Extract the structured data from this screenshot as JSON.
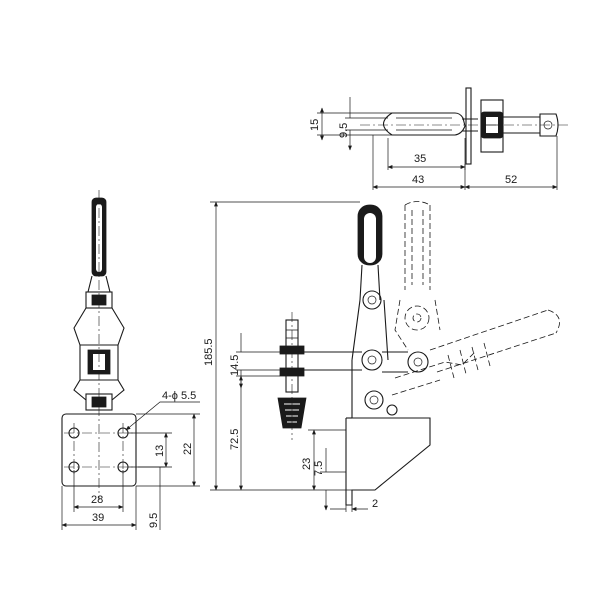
{
  "drawing": {
    "top_view": {
      "dims": {
        "d15": "15",
        "d9_5": "9.5",
        "d35": "35",
        "d43": "43",
        "d52": "52"
      }
    },
    "front_view": {
      "dims": {
        "d185_5": "185.5",
        "d14_5": "14.5",
        "d72_5": "72.5",
        "d23": "23",
        "d7_5": "7.5",
        "d2": "2"
      }
    },
    "side_view": {
      "dims": {
        "hole_note": "4-ϕ 5.5",
        "d13": "13",
        "d22": "22",
        "d28": "28",
        "d39": "39",
        "d9_5": "9.5"
      }
    },
    "colors": {
      "line": "#1a1a1a",
      "background": "#ffffff"
    }
  }
}
